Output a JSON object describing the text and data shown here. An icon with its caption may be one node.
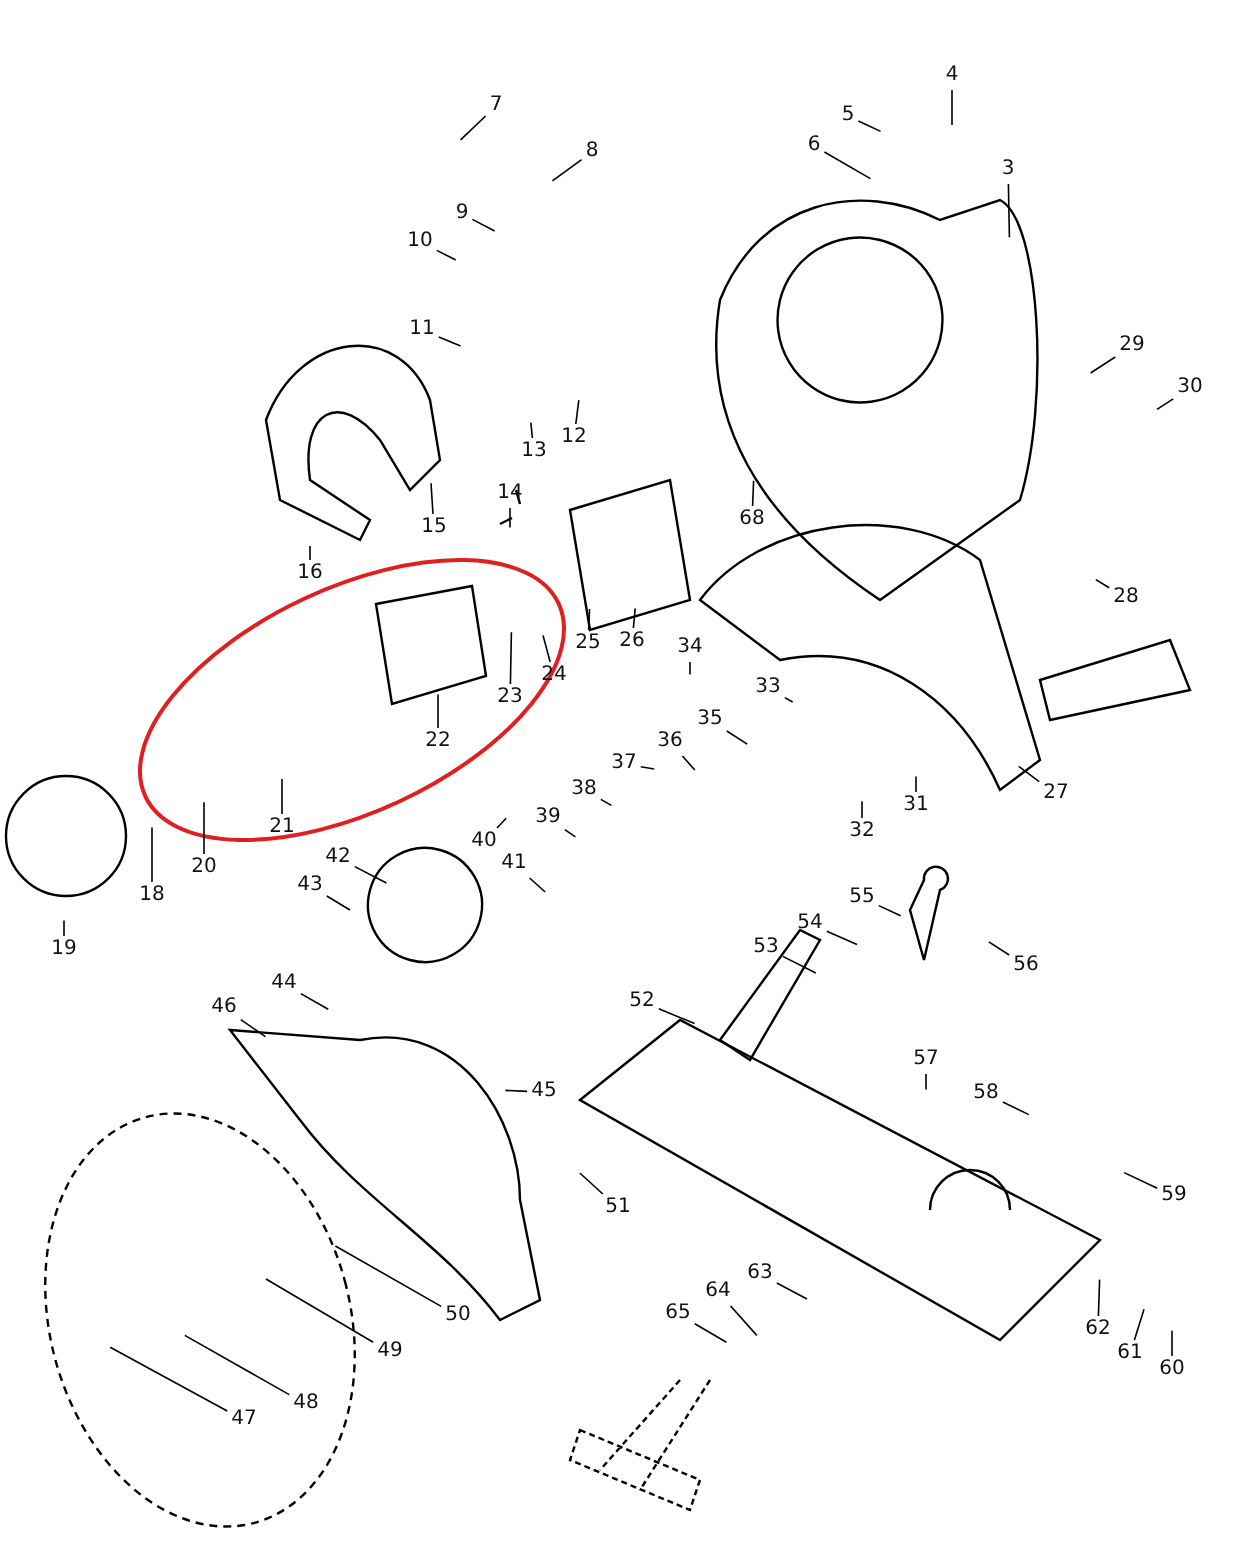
{
  "diagram": {
    "nodes": [
      {
        "text": [
          "3"
        ]
      },
      {
        "text": [
          "4"
        ]
      },
      {
        "text": [
          "5"
        ]
      },
      {
        "text": [
          "6"
        ]
      },
      {
        "text": [
          "7"
        ]
      },
      {
        "text": [
          "8"
        ]
      },
      {
        "text": [
          "9"
        ]
      },
      {
        "text": [
          "10"
        ]
      },
      {
        "text": [
          "11"
        ]
      },
      {
        "text": [
          "12"
        ]
      },
      {
        "text": [
          "13"
        ]
      },
      {
        "text": [
          "14"
        ]
      },
      {
        "text": [
          "15"
        ]
      },
      {
        "text": [
          "16"
        ]
      },
      {
        "text": [
          "18"
        ]
      },
      {
        "text": [
          "19"
        ]
      },
      {
        "text": [
          "20"
        ]
      },
      {
        "text": [
          "21"
        ]
      },
      {
        "text": [
          "22"
        ]
      },
      {
        "text": [
          "23"
        ]
      },
      {
        "text": [
          "24"
        ]
      },
      {
        "text": [
          "25"
        ]
      },
      {
        "text": [
          "26"
        ]
      },
      {
        "text": [
          "27"
        ]
      },
      {
        "text": [
          "28"
        ]
      },
      {
        "text": [
          "29"
        ]
      },
      {
        "text": [
          "30"
        ]
      },
      {
        "text": [
          "31"
        ]
      },
      {
        "text": [
          "32"
        ]
      },
      {
        "text": [
          "33"
        ]
      },
      {
        "text": [
          "34"
        ]
      },
      {
        "text": [
          "35"
        ]
      },
      {
        "text": [
          "36"
        ]
      },
      {
        "text": [
          "37"
        ]
      },
      {
        "text": [
          "38"
        ]
      },
      {
        "text": [
          "39"
        ]
      },
      {
        "text": [
          "40"
        ]
      },
      {
        "text": [
          "41"
        ]
      },
      {
        "text": [
          "42"
        ]
      },
      {
        "text": [
          "43"
        ]
      },
      {
        "text": [
          "44"
        ]
      },
      {
        "text": [
          "45"
        ]
      },
      {
        "text": [
          "46"
        ]
      },
      {
        "text": [
          "47"
        ]
      },
      {
        "text": [
          "48"
        ]
      },
      {
        "text": [
          "49"
        ]
      },
      {
        "text": [
          "50"
        ]
      },
      {
        "text": [
          "51"
        ]
      },
      {
        "text": [
          "52"
        ]
      },
      {
        "text": [
          "53"
        ]
      },
      {
        "text": [
          "54"
        ]
      },
      {
        "text": [
          "55"
        ]
      },
      {
        "text": [
          "56"
        ]
      },
      {
        "text": [
          "57"
        ]
      },
      {
        "text": [
          "58"
        ]
      },
      {
        "text": [
          "59"
        ]
      },
      {
        "text": [
          "60"
        ]
      },
      {
        "text": [
          "61"
        ]
      },
      {
        "text": [
          "62"
        ]
      },
      {
        "text": [
          "63"
        ]
      },
      {
        "text": [
          "64"
        ]
      },
      {
        "text": [
          "65"
        ]
      },
      {
        "text": [
          "68"
        ]
      }
    ],
    "edges": [
      {
        "from": 0,
        "to": null,
        "arrow": "none"
      },
      {
        "from": 1,
        "to": null,
        "arrow": "none"
      },
      {
        "from": 2,
        "to": null,
        "arrow": "none"
      },
      {
        "from": 3,
        "to": null,
        "arrow": "none"
      },
      {
        "from": 4,
        "to": null,
        "arrow": "none"
      },
      {
        "from": 5,
        "to": null,
        "arrow": "none"
      },
      {
        "from": 6,
        "to": null,
        "arrow": "none"
      },
      {
        "from": 7,
        "to": null,
        "arrow": "none"
      },
      {
        "from": 8,
        "to": null,
        "arrow": "none"
      },
      {
        "from": 9,
        "to": null,
        "arrow": "none"
      },
      {
        "from": 10,
        "to": null,
        "arrow": "none"
      },
      {
        "from": 11,
        "to": null,
        "arrow": "none"
      },
      {
        "from": 12,
        "to": null,
        "arrow": "none"
      },
      {
        "from": 13,
        "to": null,
        "arrow": "none"
      },
      {
        "from": 14,
        "to": null,
        "arrow": "none"
      },
      {
        "from": 15,
        "to": null,
        "arrow": "none"
      },
      {
        "from": 16,
        "to": null,
        "arrow": "none"
      },
      {
        "from": 17,
        "to": null,
        "arrow": "none"
      },
      {
        "from": 18,
        "to": null,
        "arrow": "none"
      },
      {
        "from": 19,
        "to": null,
        "arrow": "none"
      },
      {
        "from": 20,
        "to": null,
        "arrow": "none"
      },
      {
        "from": 21,
        "to": null,
        "arrow": "none"
      },
      {
        "from": 22,
        "to": null,
        "arrow": "none"
      },
      {
        "from": 23,
        "to": null,
        "arrow": "none"
      },
      {
        "from": 24,
        "to": null,
        "arrow": "none"
      },
      {
        "from": 25,
        "to": null,
        "arrow": "none"
      },
      {
        "from": 26,
        "to": null,
        "arrow": "none"
      },
      {
        "from": 27,
        "to": null,
        "arrow": "none"
      },
      {
        "from": 28,
        "to": null,
        "arrow": "none"
      },
      {
        "from": 29,
        "to": null,
        "arrow": "none"
      },
      {
        "from": 30,
        "to": null,
        "arrow": "none"
      },
      {
        "from": 31,
        "to": null,
        "arrow": "none"
      },
      {
        "from": 32,
        "to": null,
        "arrow": "none"
      },
      {
        "from": 33,
        "to": null,
        "arrow": "none"
      },
      {
        "from": 34,
        "to": null,
        "arrow": "none"
      },
      {
        "from": 35,
        "to": null,
        "arrow": "none"
      },
      {
        "from": 36,
        "to": null,
        "arrow": "none"
      },
      {
        "from": 37,
        "to": null,
        "arrow": "none"
      },
      {
        "from": 38,
        "to": null,
        "arrow": "none"
      },
      {
        "from": 39,
        "to": null,
        "arrow": "none"
      },
      {
        "from": 40,
        "to": null,
        "arrow": "none"
      },
      {
        "from": 41,
        "to": null,
        "arrow": "none"
      },
      {
        "from": 42,
        "to": null,
        "arrow": "none"
      },
      {
        "from": 43,
        "to": null,
        "arrow": "none"
      },
      {
        "from": 44,
        "to": null,
        "arrow": "none"
      },
      {
        "from": 45,
        "to": null,
        "arrow": "none"
      },
      {
        "from": 46,
        "to": null,
        "arrow": "none"
      },
      {
        "from": 47,
        "to": null,
        "arrow": "none"
      },
      {
        "from": 48,
        "to": null,
        "arrow": "none"
      },
      {
        "from": 49,
        "to": null,
        "arrow": "none"
      },
      {
        "from": 50,
        "to": null,
        "arrow": "none"
      },
      {
        "from": 51,
        "to": null,
        "arrow": "none"
      },
      {
        "from": 52,
        "to": null,
        "arrow": "none"
      },
      {
        "from": 53,
        "to": null,
        "arrow": "none"
      },
      {
        "from": 54,
        "to": null,
        "arrow": "none"
      },
      {
        "from": 55,
        "to": null,
        "arrow": "none"
      },
      {
        "from": 56,
        "to": null,
        "arrow": "none"
      },
      {
        "from": 57,
        "to": null,
        "arrow": "none"
      },
      {
        "from": 58,
        "to": null,
        "arrow": "none"
      },
      {
        "from": 59,
        "to": null,
        "arrow": "none"
      },
      {
        "from": 60,
        "to": null,
        "arrow": "none"
      },
      {
        "from": 61,
        "to": null,
        "arrow": "none"
      },
      {
        "from": 62,
        "to": null,
        "arrow": "none"
      }
    ]
  }
}
